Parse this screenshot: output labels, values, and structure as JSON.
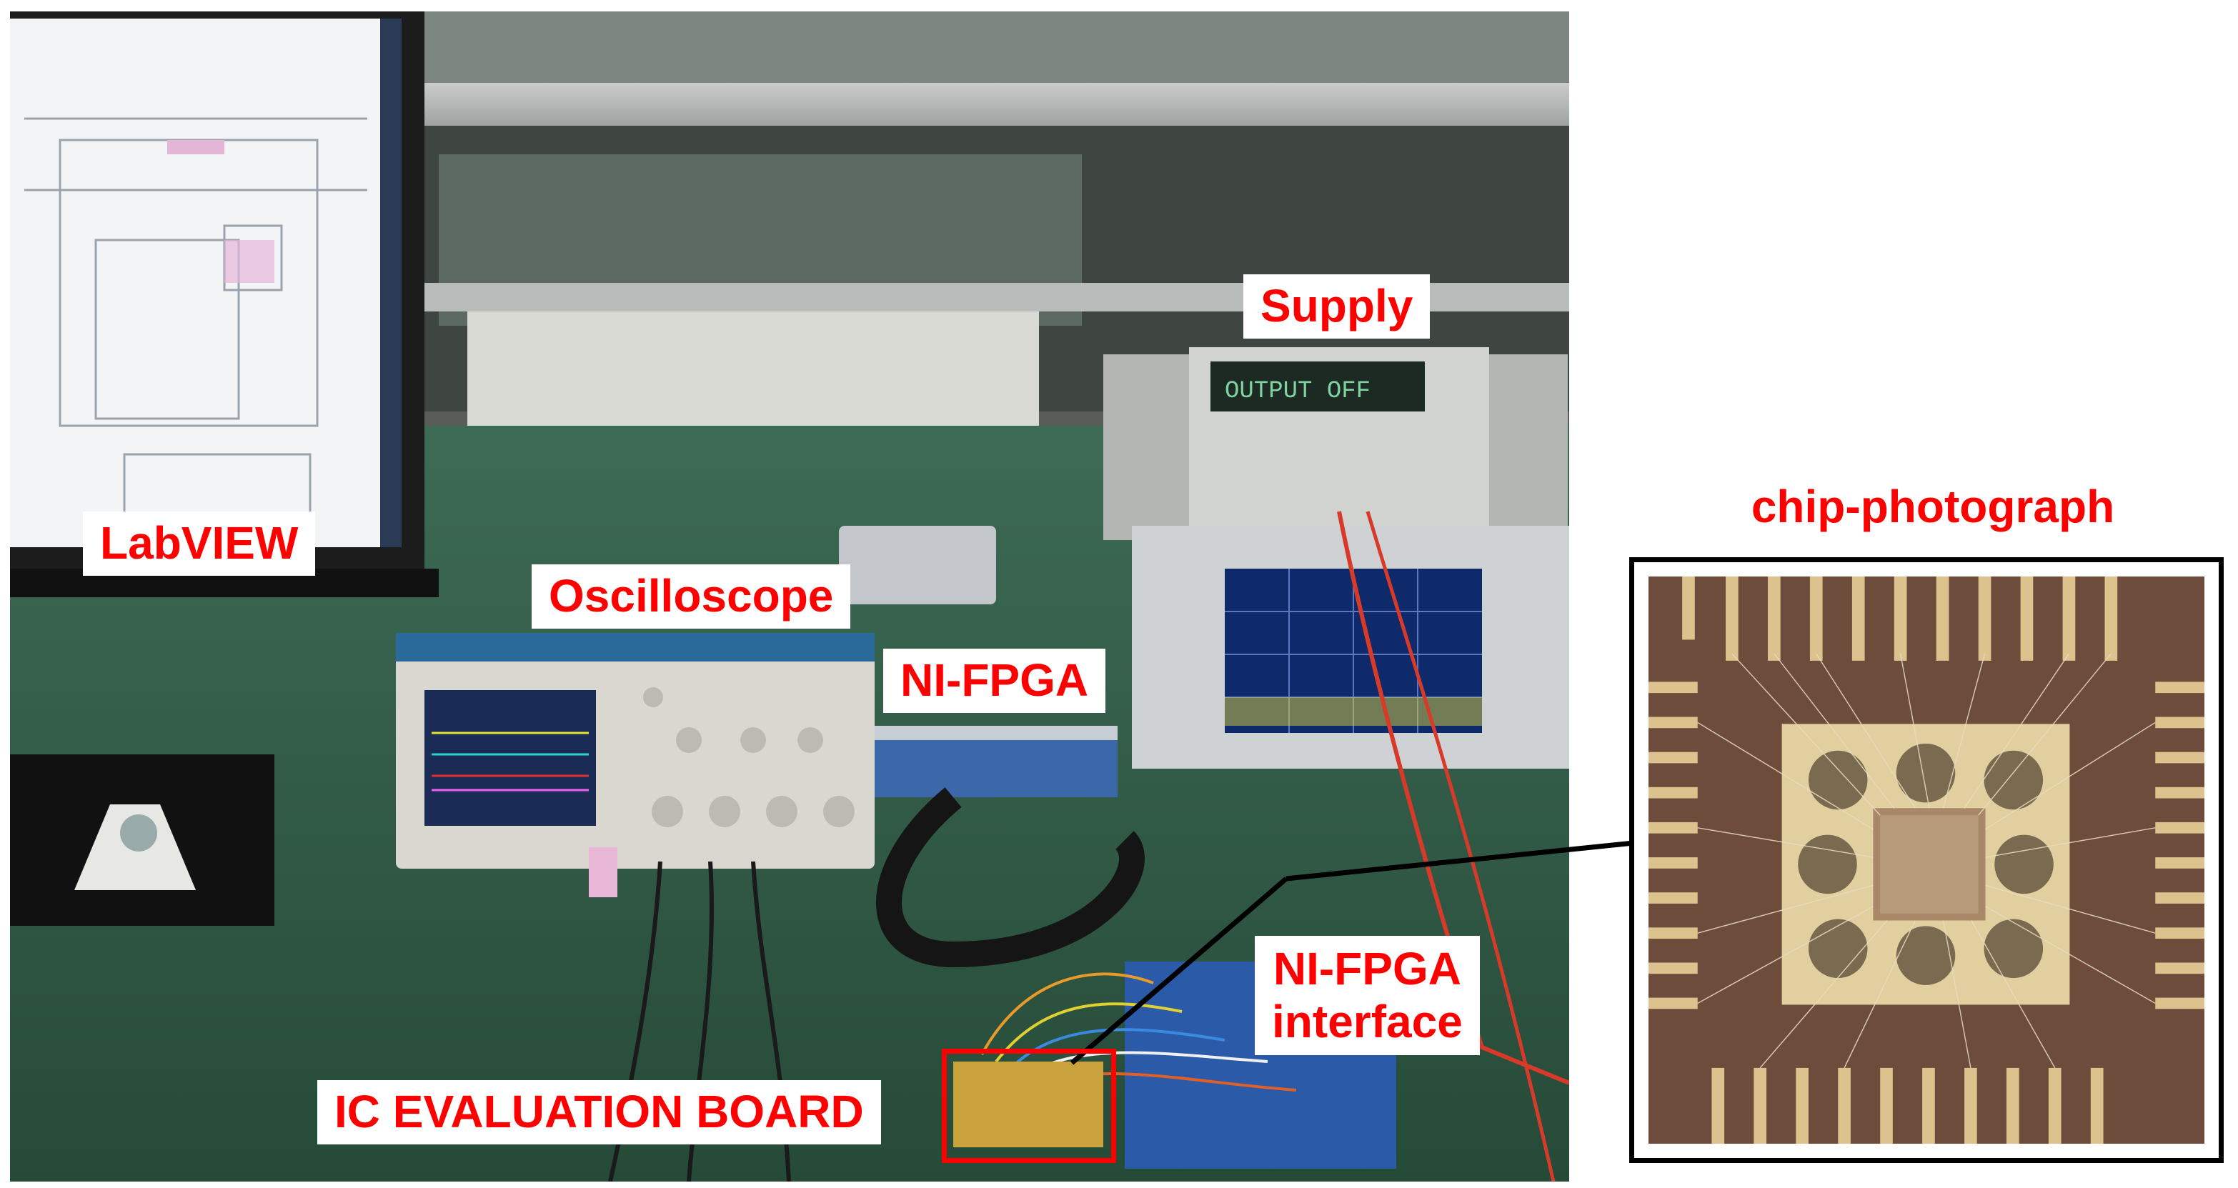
{
  "labels": {
    "labview": "LabVIEW",
    "oscilloscope": "Oscilloscope",
    "supply": "Supply",
    "ni_fpga": "NI-FPGA",
    "ni_fpga_interface_line1": "NI-FPGA",
    "ni_fpga_interface_line2": "interface",
    "ic_evaluation_board": "IC EVALUATION BOARD",
    "chip_photograph": "chip-photograph"
  },
  "supply_display": "OUTPUT OFF",
  "colors": {
    "label_text": "#ff0000",
    "label_background": "#ffffff",
    "highlight_box": "#ff0000",
    "callout_line": "#000000",
    "bench_mat": "#2f5a45",
    "chip_substrate": "#6a4a3a",
    "gold": "#d9c08a"
  }
}
